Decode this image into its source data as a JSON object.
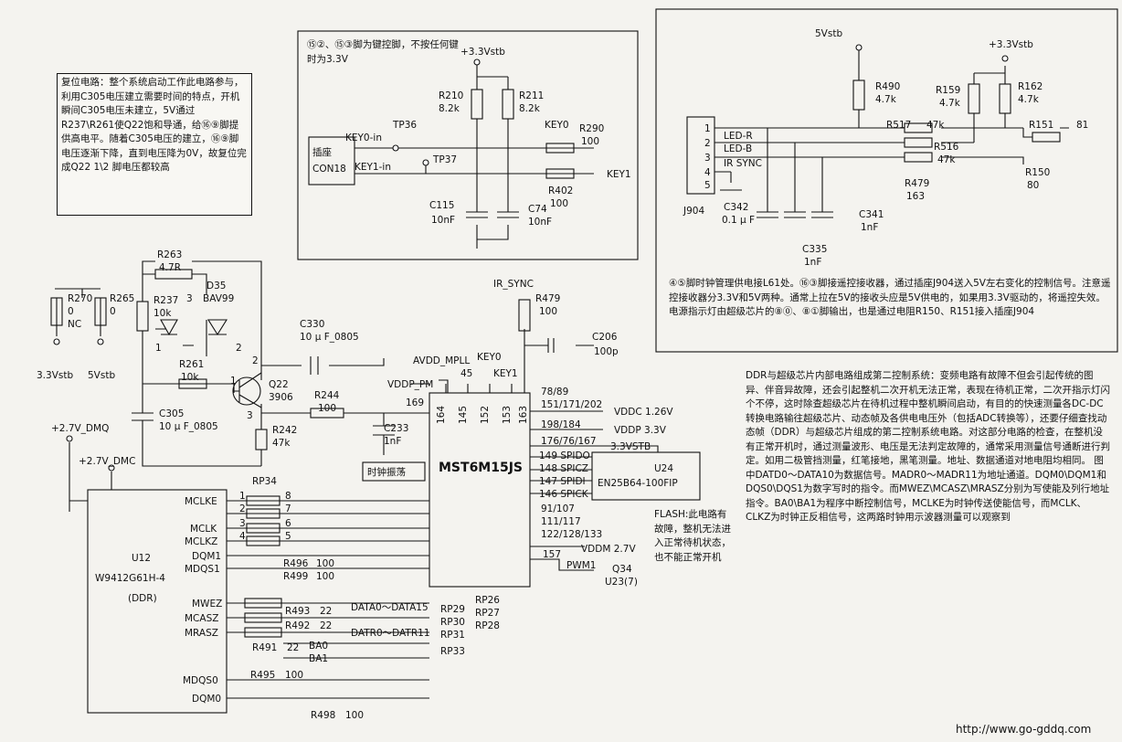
{
  "notes": {
    "reset": "复位电路：整个系统启动工作此电路参与，利用C305电压建立需要时间的特点，开机瞬间C305电压未建立，5V通过R237\\R261使Q22饱和导通，给⑯⑨脚提供高电平。随着C305电压的建立，⑯⑨脚电压逐渐下降，直到电压降为0V，故复位完成Q22 1\\2 脚电压都较高",
    "key": "⑮②、⑮③脚为键控脚，不按任何键时为3.3V",
    "remote": "④⑤脚时钟管理供电接L61处。⑯③脚接遥控接收器，通过插座J904送入5V左右变化的控制信号。注意遥控接收器分3.3V和5V两种。通常上拉在5V的接收头应是5V供电的，如果用3.3V驱动的，将遥控失效。电源指示灯由超级芯片的⑧⓪、⑧①脚输出，也是通过电阻R150、R151接入插座J904",
    "ddr": "DDR与超级芯片内部电路组成第二控制系统：变频电路有故障不但会引起传统的图异、伴音异故障，还会引起整机二次开机无法正常，表现在待机正常，二次开指示灯闪个不停，这时除查超级芯片在待机过程中整机瞬间启动，有目的的快速测量各DC-DC转换电路输往超级芯片、动态帧及各供电电压外（包括ADC转换等），还要仔细查找动态帧（DDR）与超级芯片组成的第二控制系统电路。对这部分电路的检查，在整机没有正常开机时，通过测量波形、电压是无法判定故障的，通常采用测量信号通断进行判定。如用二极管挡测量，红笔接地，黑笔测量。地址、数据通道对地电阻均相同。 图中DATD0～DATA10为数据信号。MADR0～MADR11为地址通道。DQM0\\DQM1和DQS0\\DQS1为数字写时的指令。而MWEZ\\MCASZ\\MRASZ分别为写使能及列行地址指令。BA0\\BA1为程序中断控制信号，MCLKE为时钟传送使能信号，而MCLK、CLKZ为时钟正反相信号，这两路时钟用示波器测量可以观察到",
    "flash": "FLASH:此电路有故障，整机无法进入正常待机状态，也不能正常开机"
  },
  "labels": {
    "main_chip": "MST6M15JS",
    "u24": "U24",
    "u24_part": "EN25B64-100FIP",
    "u12": "U12",
    "u12_part": "W9412G61H-4",
    "u12_type": "(DDR)",
    "clock_osc": "时钟振荡",
    "socket": "插座",
    "con18": "CON18",
    "j904": "J904",
    "url": "http://www.go-gddq.com"
  },
  "power": {
    "v33stb_key": "+3.3Vstb",
    "v5stb": "5Vstb",
    "v33stb_r": "+3.3Vstb",
    "v33stb_bl": "3.3Vstb",
    "v5stb_bl": "5Vstb",
    "v27_dmq": "+2.7V_DMQ",
    "v27_dmc": "+2.7V_DMC",
    "vddc": "VDDC 1.26V",
    "vddp": "VDDP 3.3V",
    "vddm": "VDDM 2.7V",
    "v33stb_u24": "3.3VSTB",
    "vddp_pm": "VDDP_PM",
    "avdd_mpll": "AVDD_MPLL"
  },
  "components": {
    "r270": "R270",
    "r270_v": "0",
    "r270_nc": "NC",
    "r265": "R265",
    "r265_v": "0",
    "r237": "R237",
    "r237_v": "10k",
    "r263": "R263",
    "r263_v": "4.7R",
    "d35": "D35",
    "d35_v": "BAV99",
    "r261": "R261",
    "r261_v": "10k",
    "q22": "Q22",
    "q22_v": "3906",
    "c305": "C305",
    "c305_v": "10 μ F_0805",
    "r242": "R242",
    "r242_v": "47k",
    "r244": "R244",
    "r244_v": "100",
    "c330": "C330",
    "c330_v": "10 μ F_0805",
    "c233": "C233",
    "c233_v": "1nF",
    "r210": "R210",
    "r210_v": "8.2k",
    "r211": "R211",
    "r211_v": "8.2k",
    "r290": "R290",
    "r290_v": "100",
    "r402": "R402",
    "r402_v": "100",
    "c115": "C115",
    "c115_v": "10nF",
    "c74": "C74",
    "c74_v": "10nF",
    "tp36": "TP36",
    "tp37": "TP37",
    "key0_in": "KEY0-in",
    "key1_in": "KEY1-in",
    "key0": "KEY0",
    "key1": "KEY1",
    "r490": "R490",
    "r490_v": "4.7k",
    "r159": "R159",
    "r159_v": "4.7k",
    "r162": "R162",
    "r162_v": "4.7k",
    "r517": "R517",
    "r517_v": "47k",
    "r516": "R516",
    "r516_v": "47k",
    "r479b": "R479",
    "r479b_v": "163",
    "r151": "R151",
    "r151_v": "81",
    "r150": "R150",
    "r150_v": "80",
    "c342": "C342",
    "c342_v": "0.1 μ F",
    "c341": "C341",
    "c341_v": "1nF",
    "c335": "C335",
    "c335_v": "1nF",
    "led_r": "LED-R",
    "led_b": "LED-B",
    "ir_sync_j": "IR SYNC",
    "ir_sync": "IR_SYNC",
    "r479": "R479",
    "r479_v": "100",
    "c206": "C206",
    "c206_v": "100p",
    "rp34": "RP34",
    "r496": "R496",
    "r496_v": "100",
    "r499": "R499",
    "r499_v": "100",
    "r493": "R493",
    "r493_v": "22",
    "r492": "R492",
    "r492_v": "22",
    "r491": "R491",
    "r491_v": "22",
    "r495": "R495",
    "r495_v": "100",
    "r498": "R498",
    "r498_v": "100",
    "ba0": "BA0",
    "ba1": "BA1",
    "data_bus": "DATA0～DATA15",
    "addr_bus": "DATR0～DATR11",
    "rp29": "RP29",
    "rp30": "RP30",
    "rp31": "RP31",
    "rp33": "RP33",
    "rp26": "RP26",
    "rp27": "RP27",
    "rp28": "RP28",
    "pwm1": "PWM1",
    "q34": "Q34",
    "u23": "U23(7)"
  },
  "pins": {
    "p164": "164",
    "p145": "145",
    "p152": "152",
    "p153": "153",
    "p163": "163",
    "p169": "169",
    "p45": "45",
    "p78": "78/89",
    "p151": "151/171/202",
    "p198": "198/184",
    "p176": "176/76/167",
    "p149": "149 SPIDO",
    "p148": "148 SPICZ",
    "p147": "147 SPIDI",
    "p146": "146 SPICK",
    "p91": "91/107",
    "p111": "111/117",
    "p122": "122/128/133",
    "p157": "157",
    "j1": "1",
    "j2": "2",
    "j3": "3",
    "j4": "4",
    "j5": "5",
    "q1": "1",
    "q2": "2",
    "q3": "3",
    "d1": "1",
    "d2": "2",
    "d3": "3"
  },
  "ddr_pins": {
    "mclke": "MCLKE",
    "mclk": "MCLK",
    "mclkz": "MCLKZ",
    "dqm1": "DQM1",
    "mdqs1": "MDQS1",
    "mwez": "MWEZ",
    "mcasz": "MCASZ",
    "mrasz": "MRASZ",
    "mdqs0": "MDQS0",
    "dqm0": "DQM0",
    "n1": "1",
    "n2": "2",
    "n3": "3",
    "n4": "4",
    "n5": "5",
    "n6": "6",
    "n7": "7",
    "n8": "8"
  }
}
